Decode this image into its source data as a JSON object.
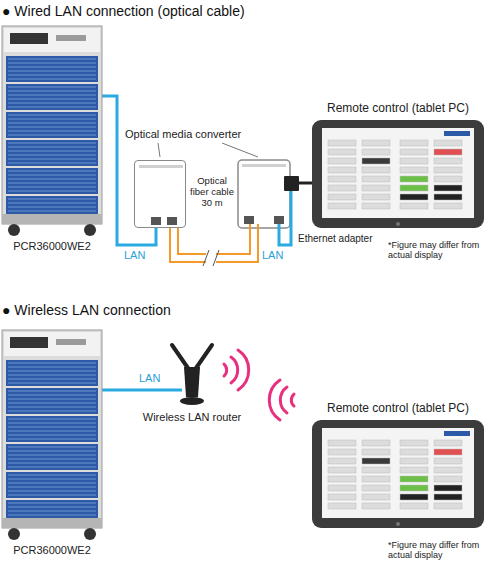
{
  "diagram": {
    "nodes": [
      {
        "text": [
          "PCR36000WE2"
        ]
      },
      {
        "text": [
          "Optical media converter"
        ]
      },
      {
        "text": [
          "Remote control (tablet PC)"
        ]
      },
      {
        "text": [
          "PCR36000WE2"
        ]
      },
      {
        "text": [
          "Wireless LAN router"
        ]
      },
      {
        "text": [
          "Remote control (tablet PC)"
        ]
      }
    ],
    "edges": [
      {
        "from": 0,
        "to": 1,
        "arrow": "none",
        "label": "LAN"
      },
      {
        "from": 3,
        "to": 4,
        "arrow": "none",
        "label": "LAN"
      }
    ],
    "labels": [
      "● Wired LAN connection (optical cable)",
      "Optical fiber cable 30 m",
      "LAN",
      "Ethernet adapter",
      "*Figure may differ from actual display",
      "● Wireless LAN connection",
      "*Figure may differ from actual display"
    ]
  }
}
